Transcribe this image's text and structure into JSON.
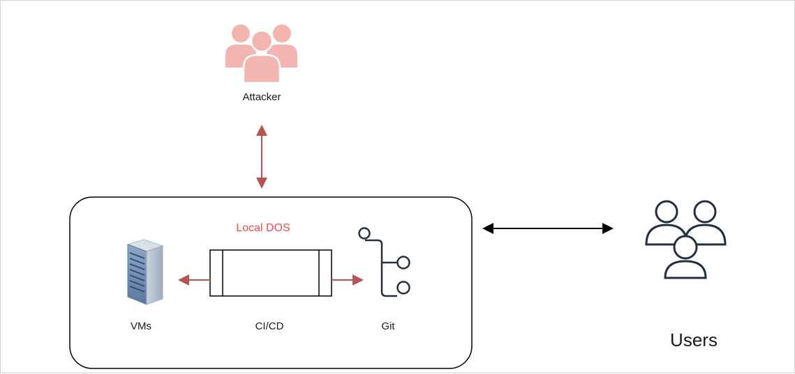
{
  "nodes": {
    "attacker": {
      "label": "Attacker",
      "icon": "attacker-group-icon",
      "color": "#f3b5b0"
    },
    "local_dos": {
      "label": "Local DOS",
      "color": "#f04a4a"
    },
    "vms": {
      "label": "VMs",
      "icon": "server-rack-icon"
    },
    "cicd": {
      "label": "CI/CD",
      "icon": "pipeline-process-icon"
    },
    "git": {
      "label": "Git",
      "icon": "git-branch-icon",
      "color": "#232f3e"
    },
    "users": {
      "label": "Users",
      "icon": "users-group-icon",
      "color": "#232f3e"
    }
  },
  "edges": [
    {
      "from": "attacker",
      "to": "environment",
      "style": "bidirectional",
      "color": "#b85450"
    },
    {
      "from": "cicd",
      "to": "vms",
      "style": "directed",
      "color": "#b85450"
    },
    {
      "from": "cicd",
      "to": "git",
      "style": "directed",
      "color": "#b85450"
    },
    {
      "from": "environment",
      "to": "users",
      "style": "bidirectional",
      "color": "#000000"
    }
  ]
}
